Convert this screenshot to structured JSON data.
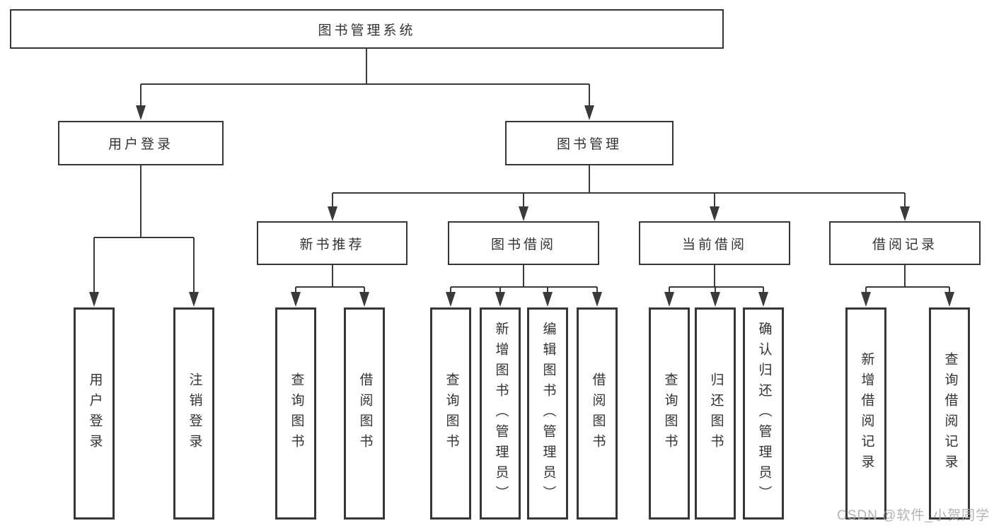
{
  "colors": {
    "line": "#3a3a3a",
    "box_border": "#363636",
    "text": "#333333",
    "background": "#ffffff",
    "watermark": "#ababab"
  },
  "tree": {
    "root": {
      "label": "图书管理系统"
    },
    "branches": [
      {
        "label": "用户登录",
        "children": [
          {
            "label": "用户登录"
          },
          {
            "label": "注销登录"
          }
        ]
      },
      {
        "label": "图书管理",
        "children": [
          {
            "label": "新书推荐",
            "children": [
              {
                "label": "查询图书"
              },
              {
                "label": "借阅图书"
              }
            ]
          },
          {
            "label": "图书借阅",
            "children": [
              {
                "label": "查询图书"
              },
              {
                "label": "新增图书（管理员）"
              },
              {
                "label": "编辑图书（管理员）"
              },
              {
                "label": "借阅图书"
              }
            ]
          },
          {
            "label": "当前借阅",
            "children": [
              {
                "label": "查询图书"
              },
              {
                "label": "归还图书"
              },
              {
                "label": "确认归还（管理员）"
              }
            ]
          },
          {
            "label": "借阅记录",
            "children": [
              {
                "label": "新增借阅记录"
              },
              {
                "label": "查询借阅记录"
              }
            ]
          }
        ]
      }
    ]
  },
  "watermark": {
    "text": "CSDN @软件_小贺同学"
  }
}
